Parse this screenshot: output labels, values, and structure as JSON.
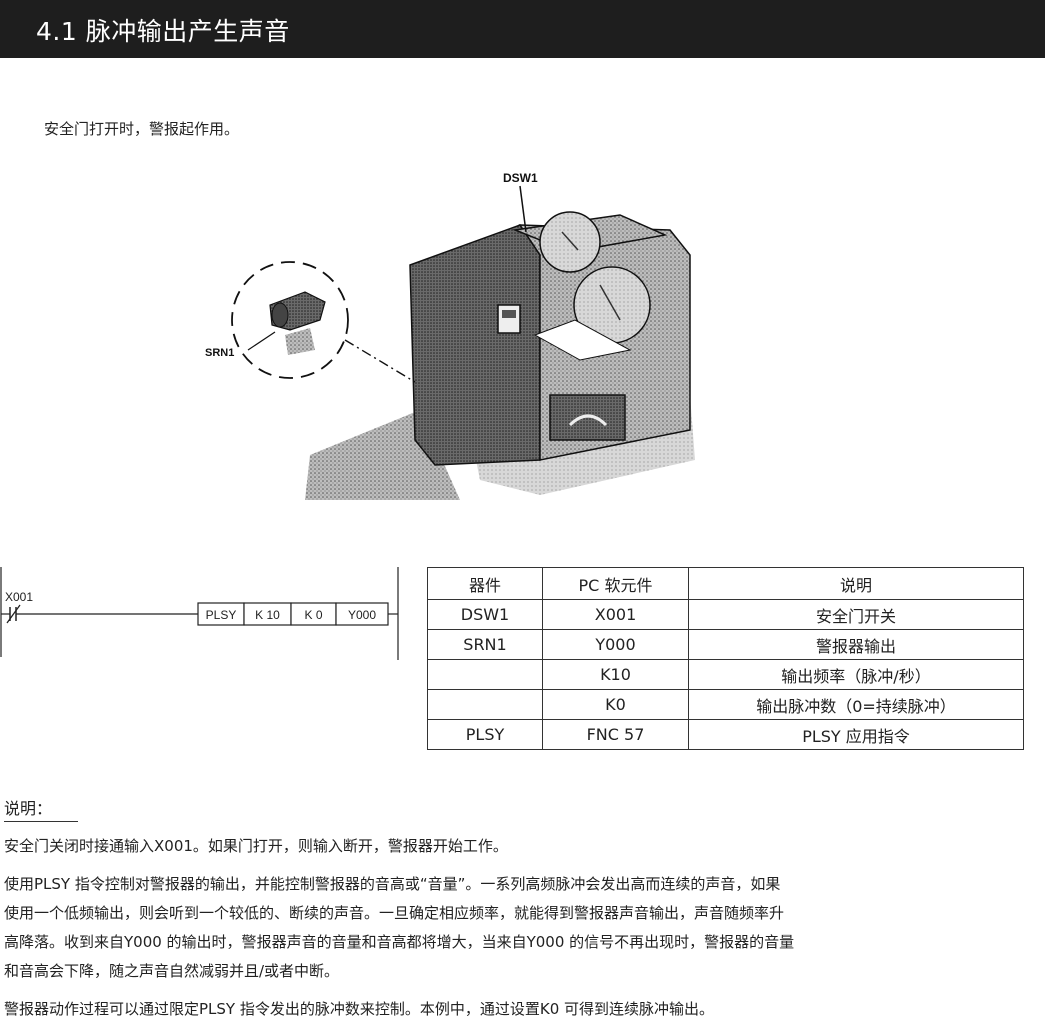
{
  "header": {
    "title": "4.1 脉冲输出产生声音"
  },
  "intro": "安全门打开时，警报起作用。",
  "illustration": {
    "labels": {
      "dsw1": "DSW1",
      "srn1": "SRN1"
    }
  },
  "ladder": {
    "contact_label": "X001",
    "instruction": [
      "PLSY",
      "K 10",
      "K 0",
      "Y000"
    ]
  },
  "table": {
    "headers": [
      "器件",
      "PC 软元件",
      "说明"
    ],
    "rows": [
      [
        "DSW1",
        "X001",
        "安全门开关"
      ],
      [
        "SRN1",
        "Y000",
        "警报器输出"
      ],
      [
        "",
        "K10",
        "输出频率（脉冲/秒）"
      ],
      [
        "",
        "K0",
        "输出脉冲数（0=持续脉冲）"
      ],
      [
        "PLSY",
        "FNC 57",
        "PLSY 应用指令"
      ]
    ]
  },
  "notes": {
    "title": "说明：",
    "lines": [
      "安全门关闭时接通输入X001。如果门打开，则输入断开，警报器开始工作。",
      "使用PLSY 指令控制对警报器的输出，并能控制警报器的音高或“音量”。一系列高频脉冲会发出高而连续的声音，如果",
      "使用一个低频输出，则会听到一个较低的、断续的声音。一旦确定相应频率，就能得到警报器声音输出，声音随频率升",
      "高降落。收到来自Y000 的输出时，警报器声音的音量和音高都将增大，当来自Y000 的信号不再出现时，警报器的音量",
      "和音高会下降，随之声音自然减弱并且/或者中断。",
      "警报器动作过程可以通过限定PLSY 指令发出的脉冲数来控制。本例中，通过设置K0 可得到连续脉冲输出。"
    ]
  }
}
